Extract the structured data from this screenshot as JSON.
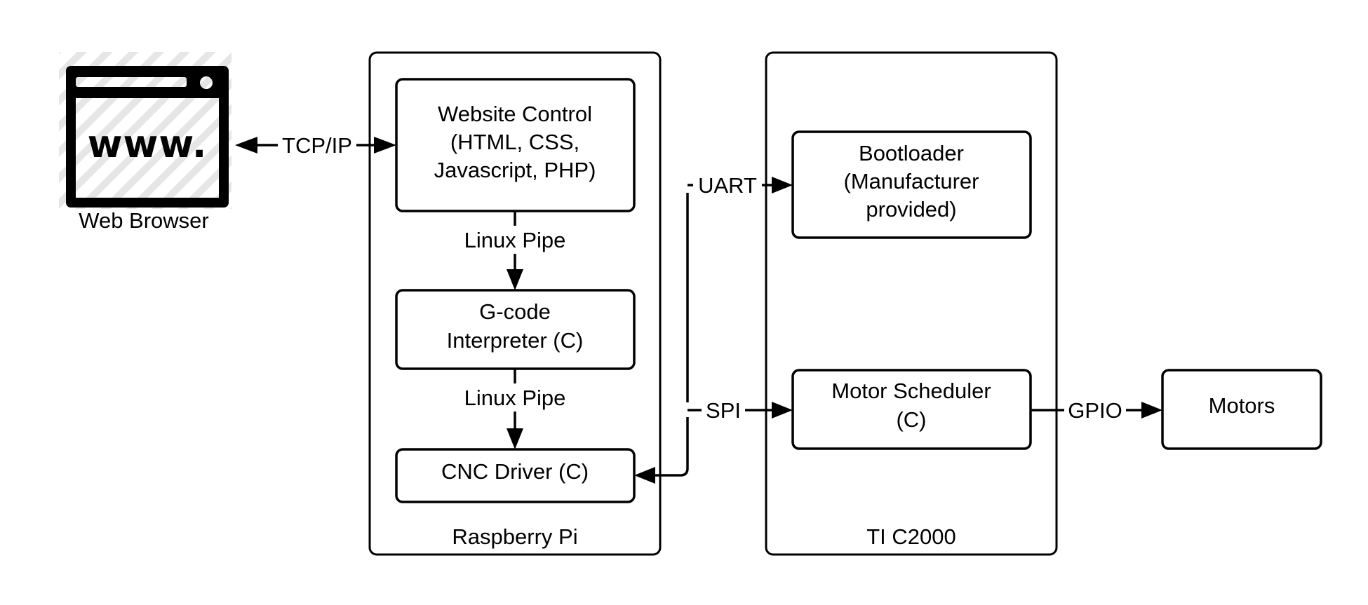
{
  "web_browser": {
    "icon_text": "www.",
    "label": "Web Browser",
    "icon": "browser-window-icon"
  },
  "raspberry_pi": {
    "label": "Raspberry Pi",
    "website_control": [
      "Website Control",
      "(HTML, CSS,",
      "Javascript, PHP)"
    ],
    "gcode_interpreter": [
      "G-code",
      "Interpreter (C)"
    ],
    "cnc_driver": "CNC Driver (C)"
  },
  "ti_c2000": {
    "label": "TI C2000",
    "bootloader": [
      "Bootloader",
      "(Manufacturer",
      "provided)"
    ],
    "motor_scheduler": [
      "Motor Scheduler",
      "(C)"
    ]
  },
  "motors": "Motors",
  "connections": {
    "tcp_ip": "TCP/IP",
    "linux_pipe_1": "Linux Pipe",
    "linux_pipe_2": "Linux Pipe",
    "uart": "UART",
    "spi": "SPI",
    "gpio": "GPIO"
  }
}
